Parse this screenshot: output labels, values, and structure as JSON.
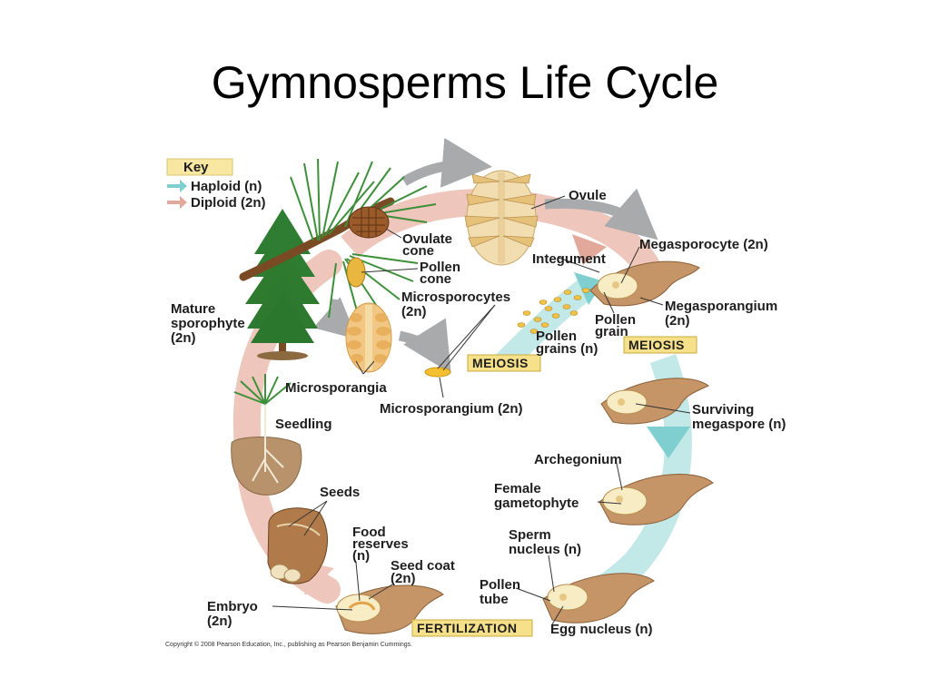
{
  "title": "Gymnosperms Life Cycle",
  "key": {
    "title": "Key",
    "haploid": "Haploid (n)",
    "diploid": "Diploid (2n)",
    "haploid_color": "#7fcfd0",
    "diploid_color": "#e2a99a"
  },
  "stages": {
    "meiosis_1": "MEIOSIS",
    "meiosis_2": "MEIOSIS",
    "fertilization": "FERTILIZATION",
    "stage_box_color": "#f6e08a"
  },
  "labels": {
    "ovulate_cone_1": "Ovulate",
    "ovulate_cone_2": "cone",
    "pollen_cone_1": "Pollen",
    "pollen_cone_2": "cone",
    "ovule": "Ovule",
    "integument": "Integument",
    "megasporocyte": "Megasporocyte (2n)",
    "megasporangium_1": "Megasporangium",
    "megasporangium_2": "(2n)",
    "pollen_grain_1": "Pollen",
    "pollen_grain_2": "grain",
    "pollen_grains_1": "Pollen",
    "pollen_grains_2": "grains (n)",
    "microsporocytes_1": "Microsporocytes",
    "microsporocytes_2": "(2n)",
    "mature_sporophyte_1": "Mature",
    "mature_sporophyte_2": "sporophyte",
    "mature_sporophyte_3": "(2n)",
    "microsporangia": "Microsporangia",
    "microsporangium": "Microsporangium (2n)",
    "seedling": "Seedling",
    "surviving_megaspore_1": "Surviving",
    "surviving_megaspore_2": "megaspore (n)",
    "archegonium": "Archegonium",
    "female_gametophyte_1": "Female",
    "female_gametophyte_2": "gametophyte",
    "seeds": "Seeds",
    "food_reserves_1": "Food",
    "food_reserves_2": "reserves",
    "food_reserves_3": "(n)",
    "seed_coat_1": "Seed coat",
    "seed_coat_2": "(2n)",
    "sperm_nucleus_1": "Sperm",
    "sperm_nucleus_2": "nucleus (n)",
    "pollen_tube_1": "Pollen",
    "pollen_tube_2": "tube",
    "embryo_1": "Embryo",
    "embryo_2": "(2n)",
    "egg_nucleus": "Egg nucleus (n)"
  },
  "copyright": "Copyright © 2008 Pearson Education, Inc., publishing as Pearson Benjamin Cummings."
}
